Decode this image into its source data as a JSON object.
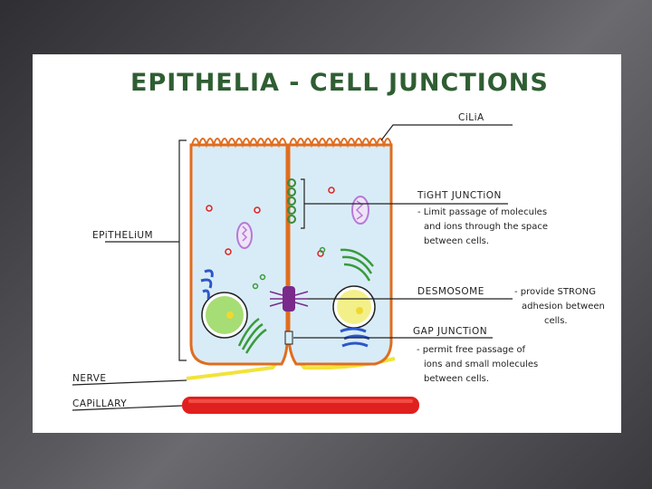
{
  "title": "EPITHELIA - CELL JUNCTIONS",
  "labels": {
    "cilia": "CiLiA",
    "epithelium": "EPiTHELiUM",
    "tight_junction": "TiGHT JUNCTiON",
    "desmosome": "DESMOSOME",
    "gap_junction": "GAP JUNCTiON",
    "nerve": "NERVE",
    "capillary": "CAPiLLARY"
  },
  "notes": {
    "tight_junction": [
      "- Limit passage of molecules",
      "and ions through the space",
      "between cells."
    ],
    "desmosome": [
      "- provide STRONG",
      "adhesion between",
      "cells."
    ],
    "gap_junction": [
      "- permit free passage of",
      "ions and small molecules",
      "between cells."
    ]
  },
  "colors": {
    "title": "#2f5e33",
    "cell_outline": "#e06d1f",
    "cell_fill": "#d8ecf7",
    "nerve": "#f2e33a",
    "capillary": "#e0201e",
    "nucleus": "#a6dd74",
    "tight_junction": "#3a8a3a",
    "desmosome": "#7a2a8a",
    "golgi": "#3a9a3a",
    "er": "#2d57c8",
    "mitochondria": "#b57ad6"
  },
  "icons": [
    "cell-diagram"
  ]
}
